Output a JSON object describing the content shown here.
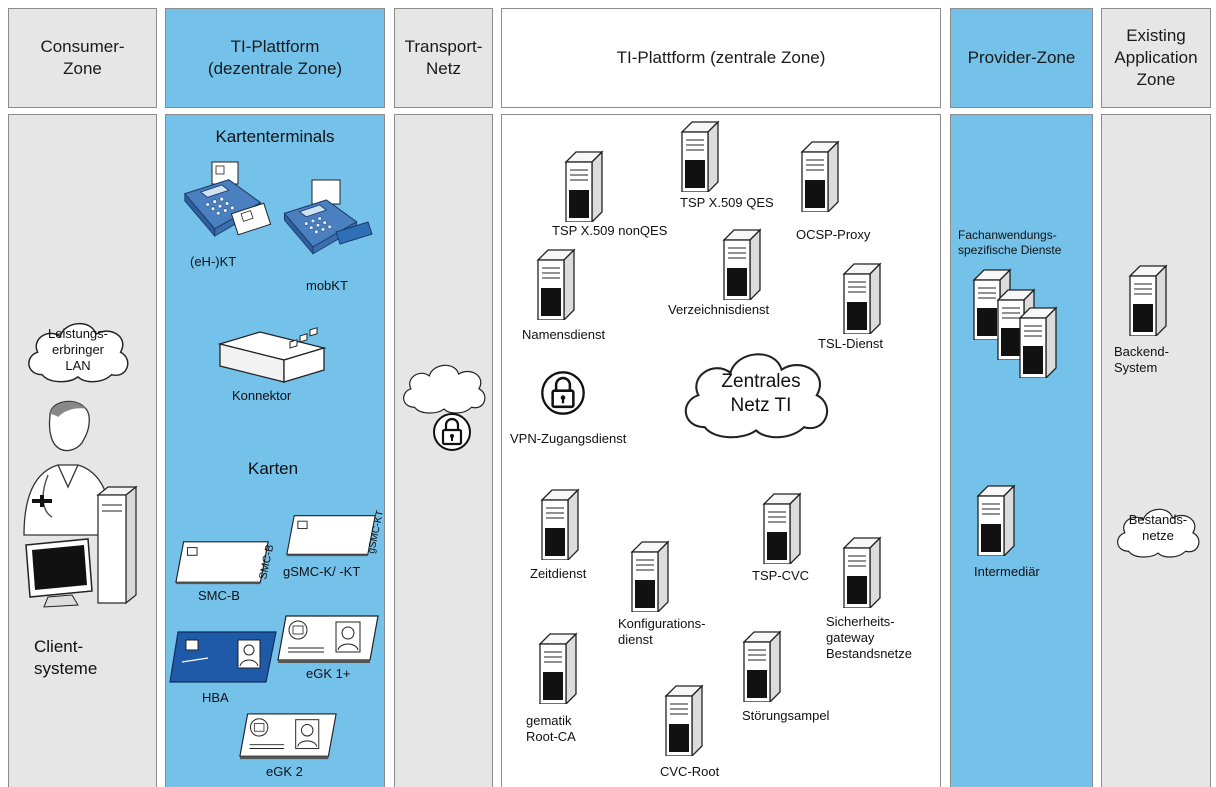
{
  "headers": {
    "consumer": "Consumer-\nZone",
    "ti_dezentral": "TI-Plattform\n(dezentrale Zone)",
    "transport": "Transport-\nNetz",
    "ti_zentral": "TI-Plattform (zentrale Zone)",
    "provider": "Provider-Zone",
    "existing": "Existing\nApplication\nZone"
  },
  "consumer": {
    "lan": "Leistungs-\nerbringer\nLAN",
    "clients": "Client-\nsysteme"
  },
  "dezentral": {
    "kartenterminals": "Kartenterminals",
    "ehkt": "(eH-)KT",
    "mobkt": "mobKT",
    "konnektor": "Konnektor",
    "karten": "Karten",
    "smcb": "SMC-B",
    "gsmc": "gSMC-K/ -KT",
    "hba": "HBA",
    "egk1": "eGK 1+",
    "egk2": "eGK 2",
    "card_smcb_text": "SMC-B",
    "card_gsmc_text": "gSMC-KT"
  },
  "zentral": {
    "tsp_nonqes": "TSP X.509 nonQES",
    "tsp_qes": "TSP X.509 QES",
    "ocsp": "OCSP-Proxy",
    "verzeichnis": "Verzeichnisdienst",
    "namens": "Namensdienst",
    "tsl": "TSL-Dienst",
    "netz": "Zentrales\nNetz TI",
    "vpn": "VPN-Zugangsdienst",
    "zeit": "Zeitdienst",
    "konfig": "Konfigurations-\ndienst",
    "tspcvc": "TSP-CVC",
    "sgw": "Sicherheits-\ngateway\nBestandsnetze",
    "root_ca": "gematik\nRoot-CA",
    "stoerung": "Störungsampel",
    "cvc_root": "CVC-Root"
  },
  "provider": {
    "fach": "Fachanwendungs-\nspezifische Dienste",
    "intermediaer": "Intermediär"
  },
  "existing": {
    "backend": "Backend-\nSystem",
    "bestand": "Bestands-\nnetze"
  }
}
